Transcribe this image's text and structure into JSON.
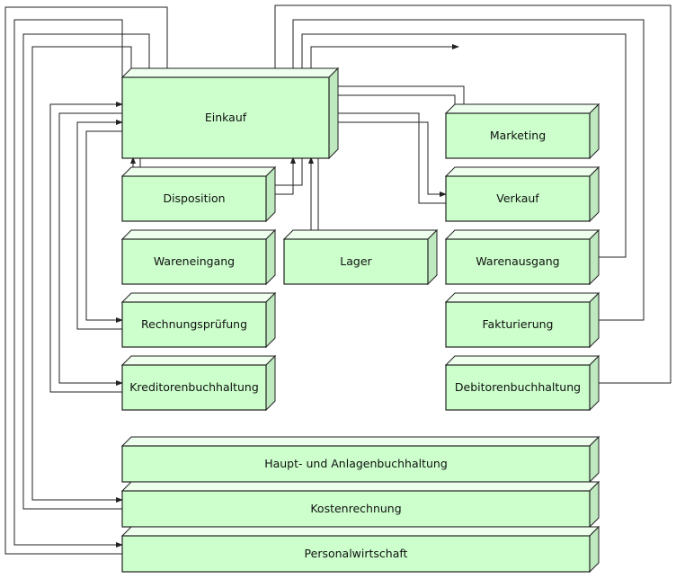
{
  "boxes": {
    "einkauf": {
      "label": "Einkauf"
    },
    "disposition": {
      "label": "Disposition"
    },
    "wareneingang": {
      "label": "Wareneingang"
    },
    "rechnungspruefung": {
      "label": "Rechnungsprüfung"
    },
    "kreditorenbuchhaltung": {
      "label": "Kreditorenbuchhaltung"
    },
    "lager": {
      "label": "Lager"
    },
    "marketing": {
      "label": "Marketing"
    },
    "verkauf": {
      "label": "Verkauf"
    },
    "warenausgang": {
      "label": "Warenausgang"
    },
    "fakturierung": {
      "label": "Fakturierung"
    },
    "debitorenbuchhaltung": {
      "label": "Debitorenbuchhaltung"
    },
    "hauptbuch": {
      "label": "Haupt- und Anlagenbuchhaltung"
    },
    "kostenrechnung": {
      "label": "Kostenrechnung"
    },
    "personalwirtschaft": {
      "label": "Personalwirtschaft"
    }
  },
  "colors": {
    "box_fill": "#ccffcc",
    "line": "#222222"
  }
}
